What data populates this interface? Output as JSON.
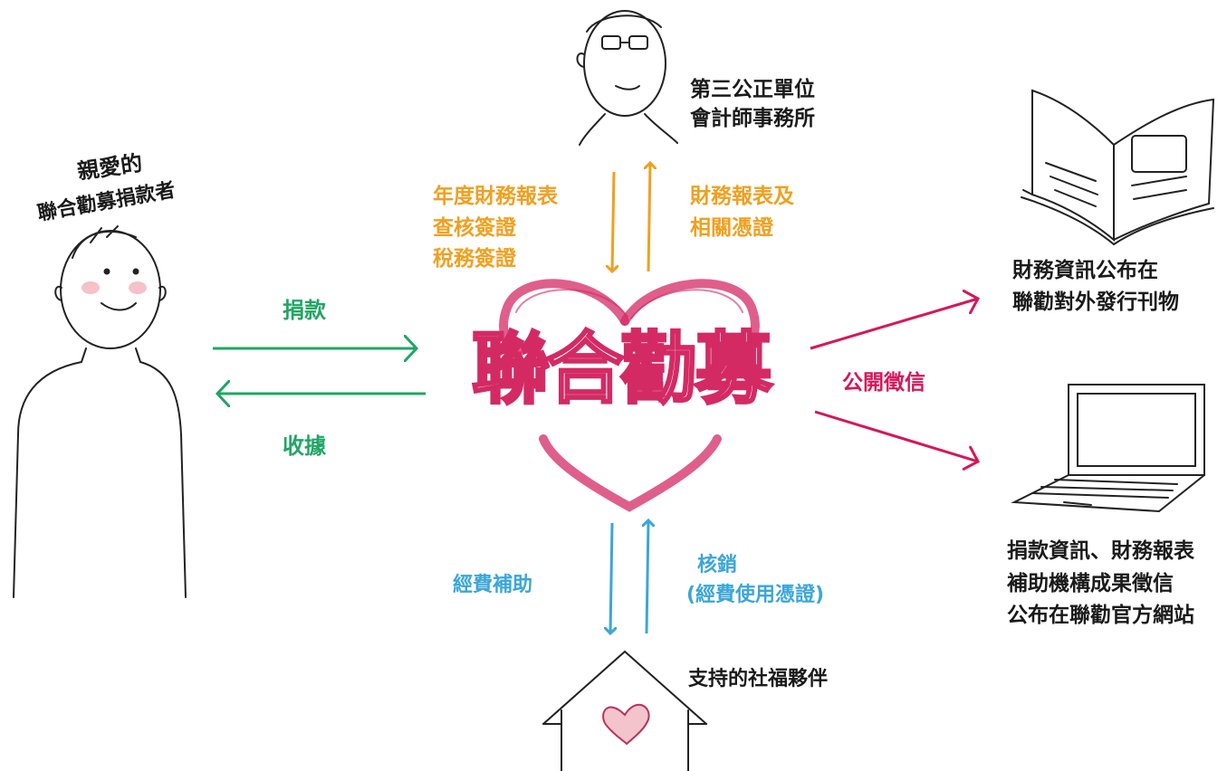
{
  "center": {
    "title": "聯合勸募"
  },
  "donor": {
    "line1": "親愛的",
    "line2": "聯合勸募捐款者"
  },
  "auditor": {
    "line1": "第三公正單位",
    "line2": "會計師事務所"
  },
  "audit_down": {
    "lines": [
      "年度財務報表",
      "查核簽證",
      "稅務簽證"
    ]
  },
  "audit_up": {
    "lines": [
      "財務報表及",
      "相關憑證"
    ]
  },
  "donation": {
    "label": "捐款"
  },
  "receipt": {
    "label": "收據"
  },
  "disclosure": {
    "label": "公開徵信"
  },
  "publication": {
    "lines": [
      "財務資訊公布在",
      "聯勸對外發行刊物"
    ]
  },
  "website": {
    "lines": [
      "捐款資訊、財務報表",
      "補助機構成果徵信",
      "公布在聯勸官方網站"
    ]
  },
  "funding_down": {
    "label": "經費補助"
  },
  "funding_up": {
    "lines": [
      "核銷",
      "(經費使用憑證)"
    ]
  },
  "partner": {
    "label": "支持的社福夥伴"
  },
  "colors": {
    "orange": "#f0a020",
    "green": "#21a565",
    "blue": "#3ba6d8",
    "red": "#d6165a",
    "heart": "#d42a63"
  }
}
